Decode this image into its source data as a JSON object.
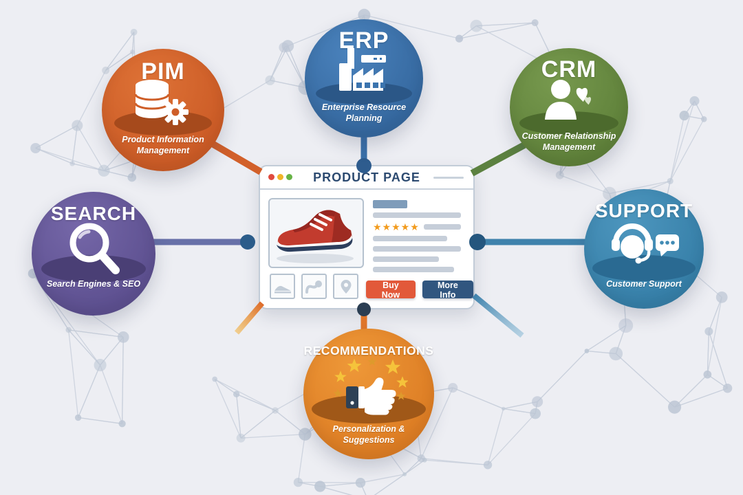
{
  "background_color": "#EDEEF3",
  "nodes": [
    {
      "title": "PIM",
      "subtitle": "Product Information Management",
      "color": "#D2622B",
      "icon": "database-gear-icon"
    },
    {
      "title": "ERP",
      "subtitle": "Enterprise Resource Planning",
      "color": "#3B74AE",
      "icon": "factory-icon"
    },
    {
      "title": "CRM",
      "subtitle": "Customer Relationship Management",
      "color": "#6C8E44",
      "icon": "person-hearts-icon"
    },
    {
      "title": "SEARCH",
      "subtitle": "Search Engines & SEO",
      "color": "#6A5C9E",
      "icon": "magnifying-glass-icon"
    },
    {
      "title": "SUPPORT",
      "subtitle": "Customer Support",
      "color": "#418BB4",
      "icon": "headset-chat-icon"
    },
    {
      "title": "RECOMMENDATIONS",
      "subtitle": "Personalization & Suggestions",
      "color": "#E78A2E",
      "icon": "thumbs-up-stars-icon"
    }
  ],
  "browser": {
    "title": "PRODUCT PAGE",
    "window_controls": [
      "red",
      "yellow",
      "green"
    ],
    "rating": {
      "stars": 5,
      "star_glyph": "★★★★★"
    },
    "buttons": [
      {
        "label": "Buy Now",
        "color": "#E2593A"
      },
      {
        "label": "More Info",
        "color": "#31567F"
      }
    ]
  }
}
